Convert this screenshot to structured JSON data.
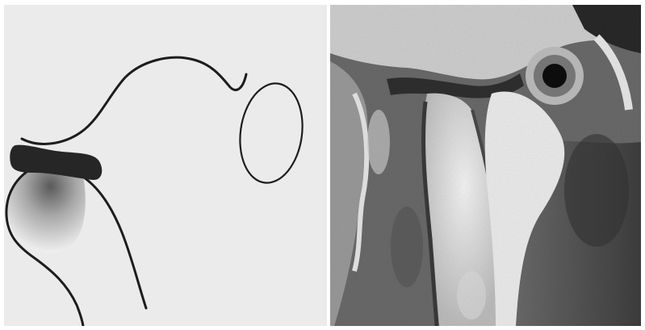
{
  "figure": {
    "panels": [
      {
        "id": "schematic",
        "kind": "line-drawing"
      },
      {
        "id": "mri",
        "kind": "grayscale-scan"
      }
    ]
  },
  "colors": {
    "schematic_background": "#ebebeb",
    "ink": "#1d1d1d",
    "disc": "#262626",
    "condyle_light": "#f2f2f2",
    "condyle_dark": "#4a4a4a",
    "mri_dark": "#3c3c3c",
    "mri_mid": "#7a7a7a",
    "mri_bright": "#f0f0f0"
  }
}
